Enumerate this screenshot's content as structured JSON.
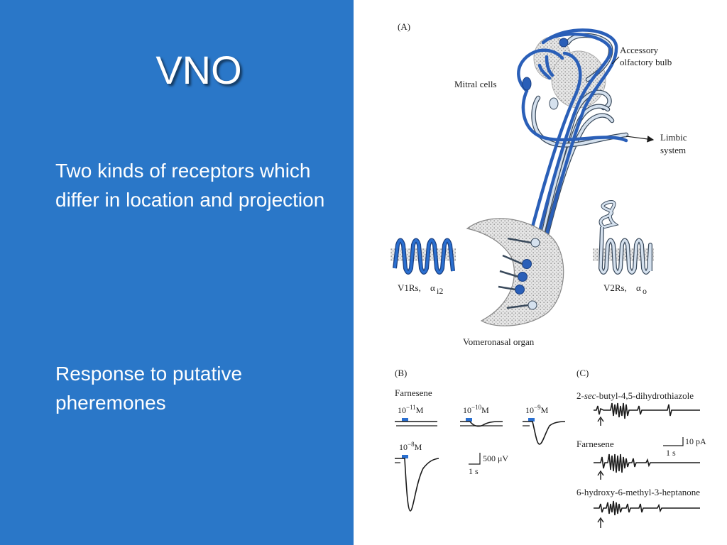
{
  "slide": {
    "title": "VNO",
    "bullets": [
      "Two kinds of receptors which differ in location and projection",
      "Response to putative pheremones"
    ]
  },
  "colors": {
    "panel_bg": "#2a77c8",
    "neuron_dark": "#2a5fb8",
    "neuron_light": "#c9d7e6",
    "stipple": "#c8c8c8"
  },
  "figure": {
    "panel_a": {
      "label": "(A)",
      "accessory_bulb": "Accessory",
      "accessory_bulb_2": "olfactory bulb",
      "mitral_cells": "Mitral cells",
      "limbic": "Limbic",
      "limbic_2": "system",
      "v1rs": "V1Rs,",
      "v1rs_alpha": "α",
      "v1rs_sub": "i2",
      "v2rs": "V2Rs,",
      "v2rs_alpha": "α",
      "v2rs_sub": "o",
      "vno": "Vomeronasal organ"
    },
    "panel_b": {
      "label": "(B)",
      "compound": "Farnesene",
      "conc_1": "10",
      "conc_1_exp": "−11",
      "conc_2": "10",
      "conc_2_exp": "−10",
      "conc_3": "10",
      "conc_3_exp": "−9",
      "conc_4": "10",
      "conc_4_exp": "−8",
      "unit": "M",
      "scale_v": "500 μV",
      "scale_t": "1 s"
    },
    "panel_c": {
      "label": "(C)",
      "compound_1_prefix": "2-",
      "compound_1_italic": "sec",
      "compound_1_suffix": "-butyl-4,5-dihydrothiazole",
      "compound_2": "Farnesene",
      "compound_3": "6-hydroxy-6-methyl-3-heptanone",
      "scale_i": "10 pA",
      "scale_t": "1 s"
    }
  }
}
